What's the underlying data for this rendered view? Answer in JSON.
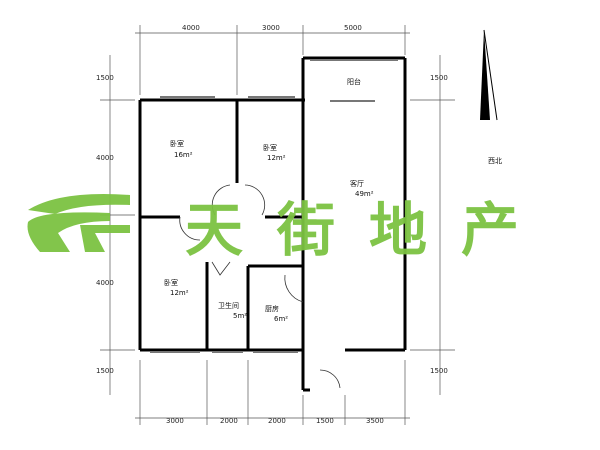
{
  "dimensions": {
    "top": [
      "4000",
      "3000",
      "5000"
    ],
    "bottom": [
      "3000",
      "2000",
      "2000",
      "1500",
      "3500"
    ],
    "left": [
      "1500",
      "4000",
      "4000",
      "1500"
    ],
    "right": [
      "1500",
      "1500"
    ]
  },
  "rooms": {
    "balcony": {
      "name": "阳台"
    },
    "bedroom1": {
      "name": "卧室",
      "area": "16m²"
    },
    "bedroom2": {
      "name": "卧室",
      "area": "12m²"
    },
    "living": {
      "name": "客厅",
      "area": "49m²"
    },
    "bedroom3": {
      "name": "卧室",
      "area": "12m²"
    },
    "bathroom": {
      "name": "卫生间",
      "area": "5m²"
    },
    "kitchen": {
      "name": "厨房",
      "area": "6m²"
    }
  },
  "compass": {
    "label": "西北"
  },
  "watermark": {
    "text": "天街地产",
    "color": "#7cc242"
  }
}
